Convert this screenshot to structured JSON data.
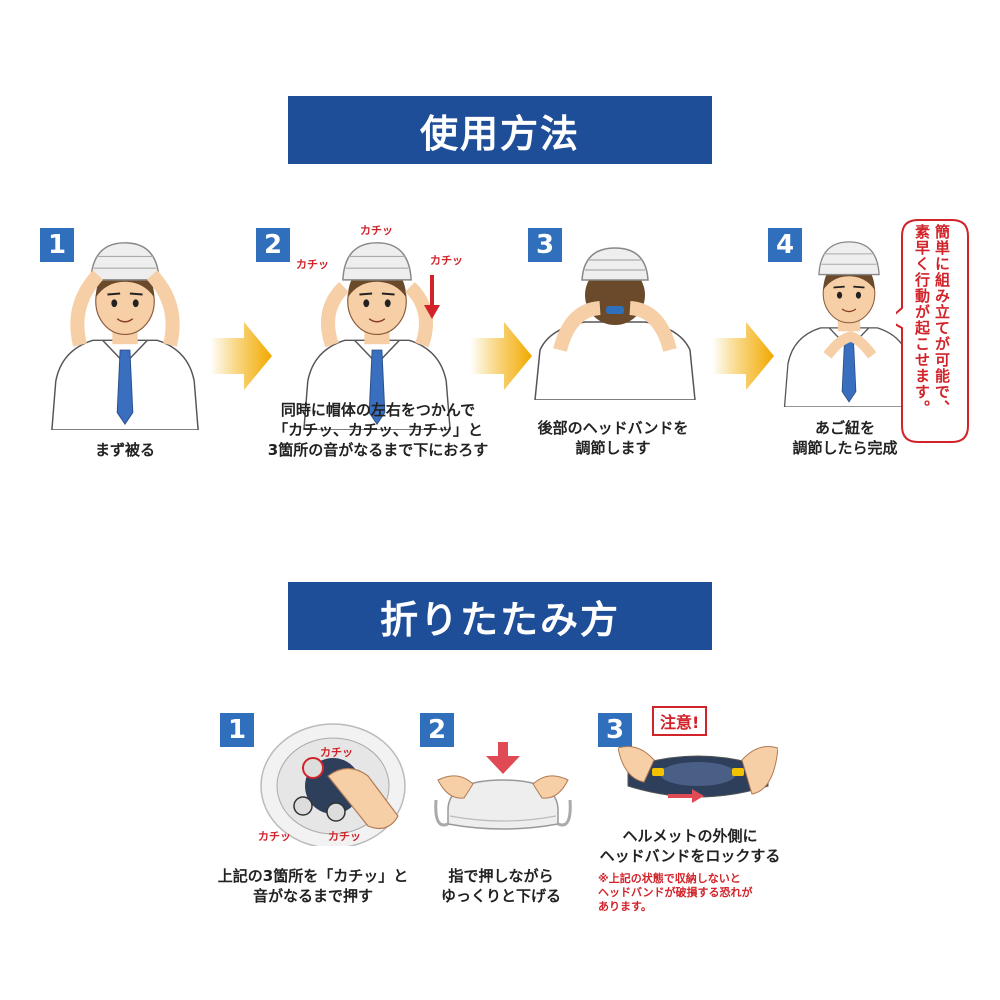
{
  "usage": {
    "title": "使用方法",
    "steps": [
      {
        "num": "1",
        "lines": [
          "まず被る"
        ]
      },
      {
        "num": "2",
        "lines": [
          "同時に帽体の左右をつかんで",
          "「カチッ、カチッ、カチッ」と",
          "3箇所の音がなるまで下におろす"
        ],
        "sfx": [
          "カチッ",
          "カチッ",
          "カチッ"
        ]
      },
      {
        "num": "3",
        "lines": [
          "後部のヘッドバンドを",
          "調節します"
        ]
      },
      {
        "num": "4",
        "lines": [
          "あご紐を",
          "調節したら完成"
        ]
      }
    ],
    "bubble": [
      "簡単に組み立てが可能で、",
      "素早く行動が起こせます。"
    ]
  },
  "folding": {
    "title": "折りたたみ方",
    "steps": [
      {
        "num": "1",
        "lines": [
          "上記の3箇所を「カチッ」と",
          "音がなるまで押す"
        ],
        "sfx": [
          "カチッ",
          "カチッ",
          "カチッ"
        ]
      },
      {
        "num": "2",
        "lines": [
          "指で押しながら",
          "ゆっくりと下げる"
        ]
      },
      {
        "num": "3",
        "lines": [
          "ヘルメットの外側に",
          "ヘッドバンドをロックする"
        ],
        "attention": "注意!",
        "note": [
          "※上記の状態で収納しないと",
          "ヘッドバンドが破損する恐れが",
          "あります。"
        ]
      }
    ]
  },
  "colors": {
    "banner": "#1f4e99",
    "number": "#2f6fbc",
    "accent_red": "#d2232a",
    "arrow": "#f2a900"
  }
}
